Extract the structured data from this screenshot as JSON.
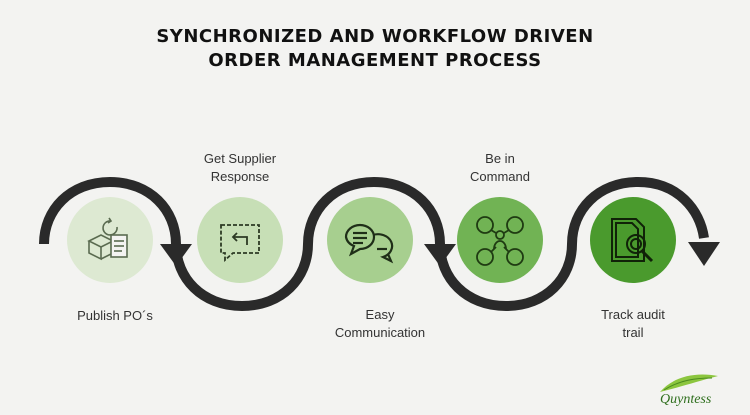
{
  "title": {
    "line1": "SYNCHRONIZED AND WORKFLOW DRIVEN",
    "line2": "ORDER MANAGEMENT PROCESS"
  },
  "steps": [
    {
      "label": "Publish PO´s",
      "icon": "purchase-order-icon",
      "color": "#dde9d2"
    },
    {
      "label": "Get Supplier\nResponse",
      "icon": "reply-message-icon",
      "color": "#c7dfb6"
    },
    {
      "label": "Easy\nCommunication",
      "icon": "chat-bubbles-icon",
      "color": "#a7cf8f"
    },
    {
      "label": "Be in\nCommand",
      "icon": "team-network-icon",
      "color": "#71b354"
    },
    {
      "label": "Track audit\ntrail",
      "icon": "document-search-icon",
      "color": "#4a9a2d"
    }
  ],
  "brand": {
    "name": "Quyntess"
  },
  "colors": {
    "path": "#2a2a2a",
    "icon_dark": "#1f3b12"
  }
}
